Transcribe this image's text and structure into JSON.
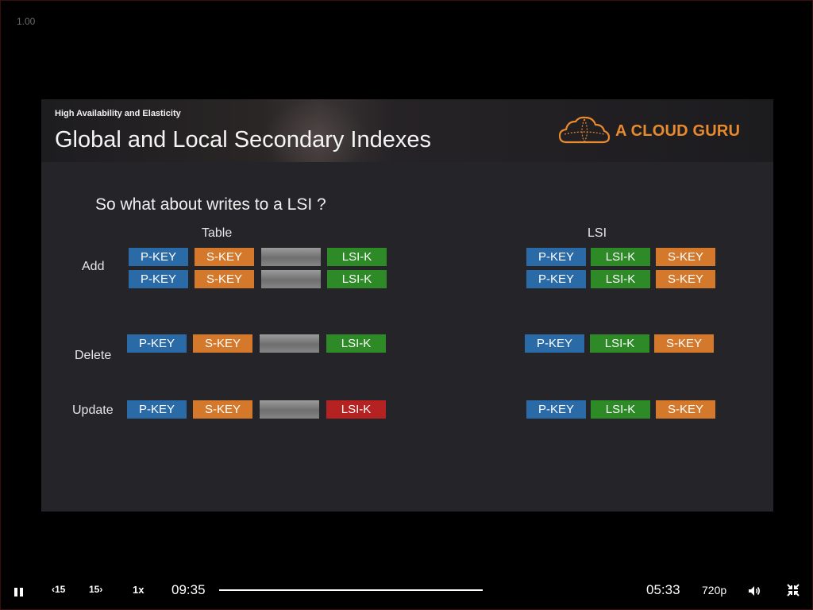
{
  "player": {
    "speed_readout": "1.00",
    "controls": {
      "back_label": "‹15",
      "forward_label": "15›",
      "rate": "1x",
      "elapsed": "09:35",
      "progress_fraction": 1.0,
      "remaining": "05:33",
      "quality": "720p"
    }
  },
  "slide": {
    "subtitle": "High Availability and Elasticity",
    "title": "Global and Local Secondary Indexes",
    "logo_text": "A CLOUD GURU",
    "question": "So what about writes to a LSI ?",
    "table_heading": "Table",
    "lsi_heading": "LSI",
    "row_labels": {
      "add": "Add",
      "delete": "Delete",
      "update": "Update"
    },
    "keys": {
      "pkey": "P-KEY",
      "skey": "S-KEY",
      "lsik": "LSI-K"
    }
  },
  "colors": {
    "pkey": "#2a6aa6",
    "skey": "#d4782c",
    "lsik": "#2d8a26",
    "lsik_changed": "#b42222",
    "brand": "#e88a2e",
    "slide_bg": "#252428"
  }
}
